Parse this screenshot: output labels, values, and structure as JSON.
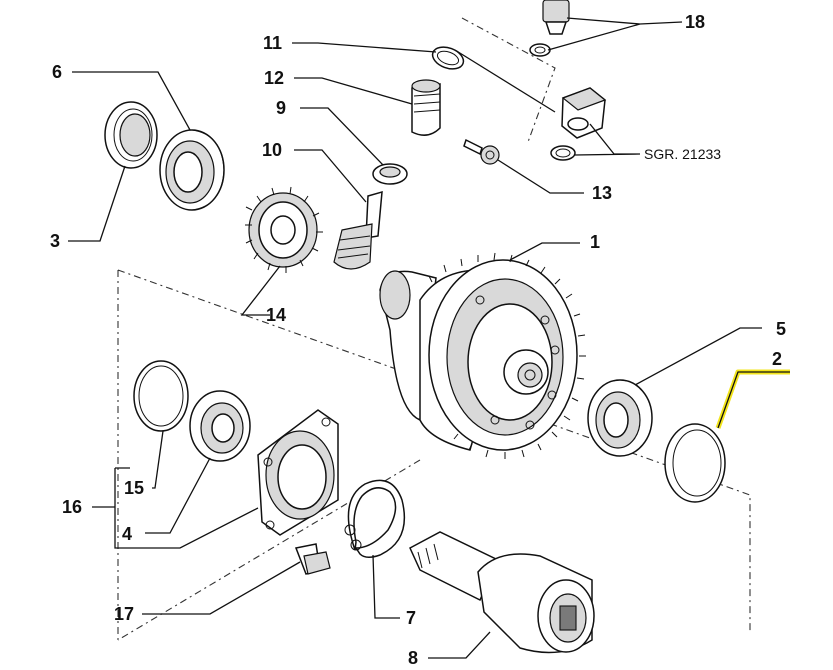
{
  "diagram": {
    "labels": {
      "p1": "1",
      "p2": "2",
      "p3": "3",
      "p4": "4",
      "p5": "5",
      "p6": "6",
      "p7": "7",
      "p8": "8",
      "p9": "9",
      "p10": "10",
      "p11": "11",
      "p12": "12",
      "p13": "13",
      "p14": "14",
      "p15": "15",
      "p16": "16",
      "p17": "17",
      "p18": "18"
    },
    "reference": "SGR. 21233",
    "highlight_color": "#f2e41b"
  }
}
